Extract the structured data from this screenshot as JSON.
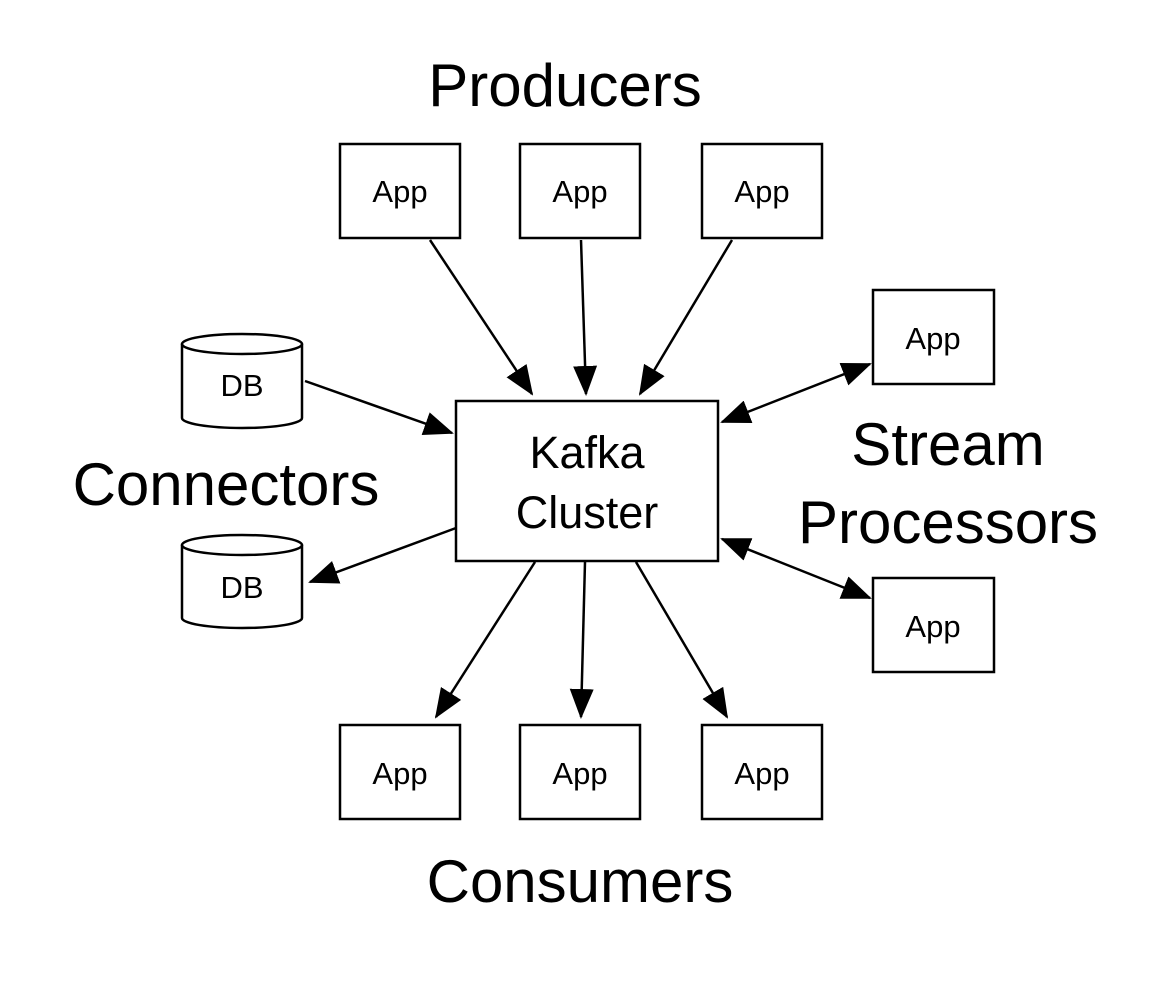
{
  "colors": {
    "background": "#ffffff",
    "line": "#000000",
    "text": "#000000"
  },
  "labels": {
    "producers": "Producers",
    "consumers": "Consumers",
    "connectors": "Connectors",
    "stream_line1": "Stream",
    "stream_line2": "Processors"
  },
  "kafka": {
    "line1": "Kafka",
    "line2": "Cluster"
  },
  "producers": [
    {
      "label": "App"
    },
    {
      "label": "App"
    },
    {
      "label": "App"
    }
  ],
  "consumers": [
    {
      "label": "App"
    },
    {
      "label": "App"
    },
    {
      "label": "App"
    }
  ],
  "stream_processors": [
    {
      "label": "App"
    },
    {
      "label": "App"
    }
  ],
  "connectors": [
    {
      "label": "DB",
      "direction": "to-kafka"
    },
    {
      "label": "DB",
      "direction": "from-kafka"
    }
  ],
  "edges": [
    {
      "from": "producer-app-1",
      "to": "kafka-cluster",
      "kind": "one-way"
    },
    {
      "from": "producer-app-2",
      "to": "kafka-cluster",
      "kind": "one-way"
    },
    {
      "from": "producer-app-3",
      "to": "kafka-cluster",
      "kind": "one-way"
    },
    {
      "from": "kafka-cluster",
      "to": "consumer-app-1",
      "kind": "one-way"
    },
    {
      "from": "kafka-cluster",
      "to": "consumer-app-2",
      "kind": "one-way"
    },
    {
      "from": "kafka-cluster",
      "to": "consumer-app-3",
      "kind": "one-way"
    },
    {
      "from": "connector-db-1",
      "to": "kafka-cluster",
      "kind": "one-way"
    },
    {
      "from": "kafka-cluster",
      "to": "connector-db-2",
      "kind": "one-way"
    },
    {
      "from": "kafka-cluster",
      "to": "stream-app-1",
      "kind": "two-way"
    },
    {
      "from": "kafka-cluster",
      "to": "stream-app-2",
      "kind": "two-way"
    }
  ]
}
